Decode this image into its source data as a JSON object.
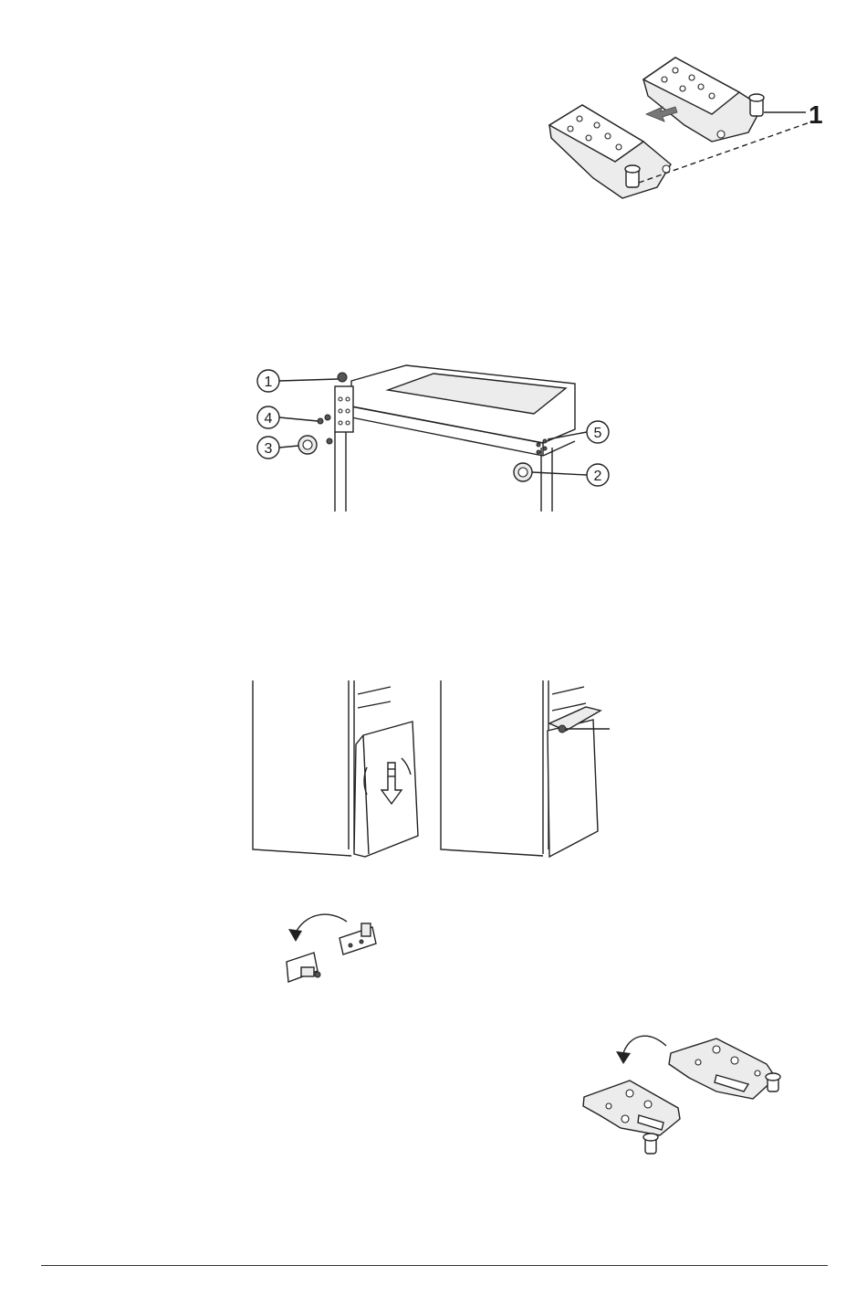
{
  "figures": {
    "hinge_plates": {
      "callouts": [
        "1"
      ]
    },
    "top_hinge_assembly": {
      "callouts": [
        "1",
        "4",
        "3",
        "5",
        "2"
      ]
    },
    "door_removal": {
      "callouts": []
    },
    "bracket_swap": {
      "callouts": []
    },
    "bottom_hinge_swap": {
      "callouts": []
    }
  },
  "colors": {
    "line": "#222222",
    "fill": "#ececec",
    "rule": "#333333"
  },
  "icons": [
    "arrow-icon",
    "curved-arrow-icon",
    "screw-icon",
    "hinge-pin-icon"
  ]
}
